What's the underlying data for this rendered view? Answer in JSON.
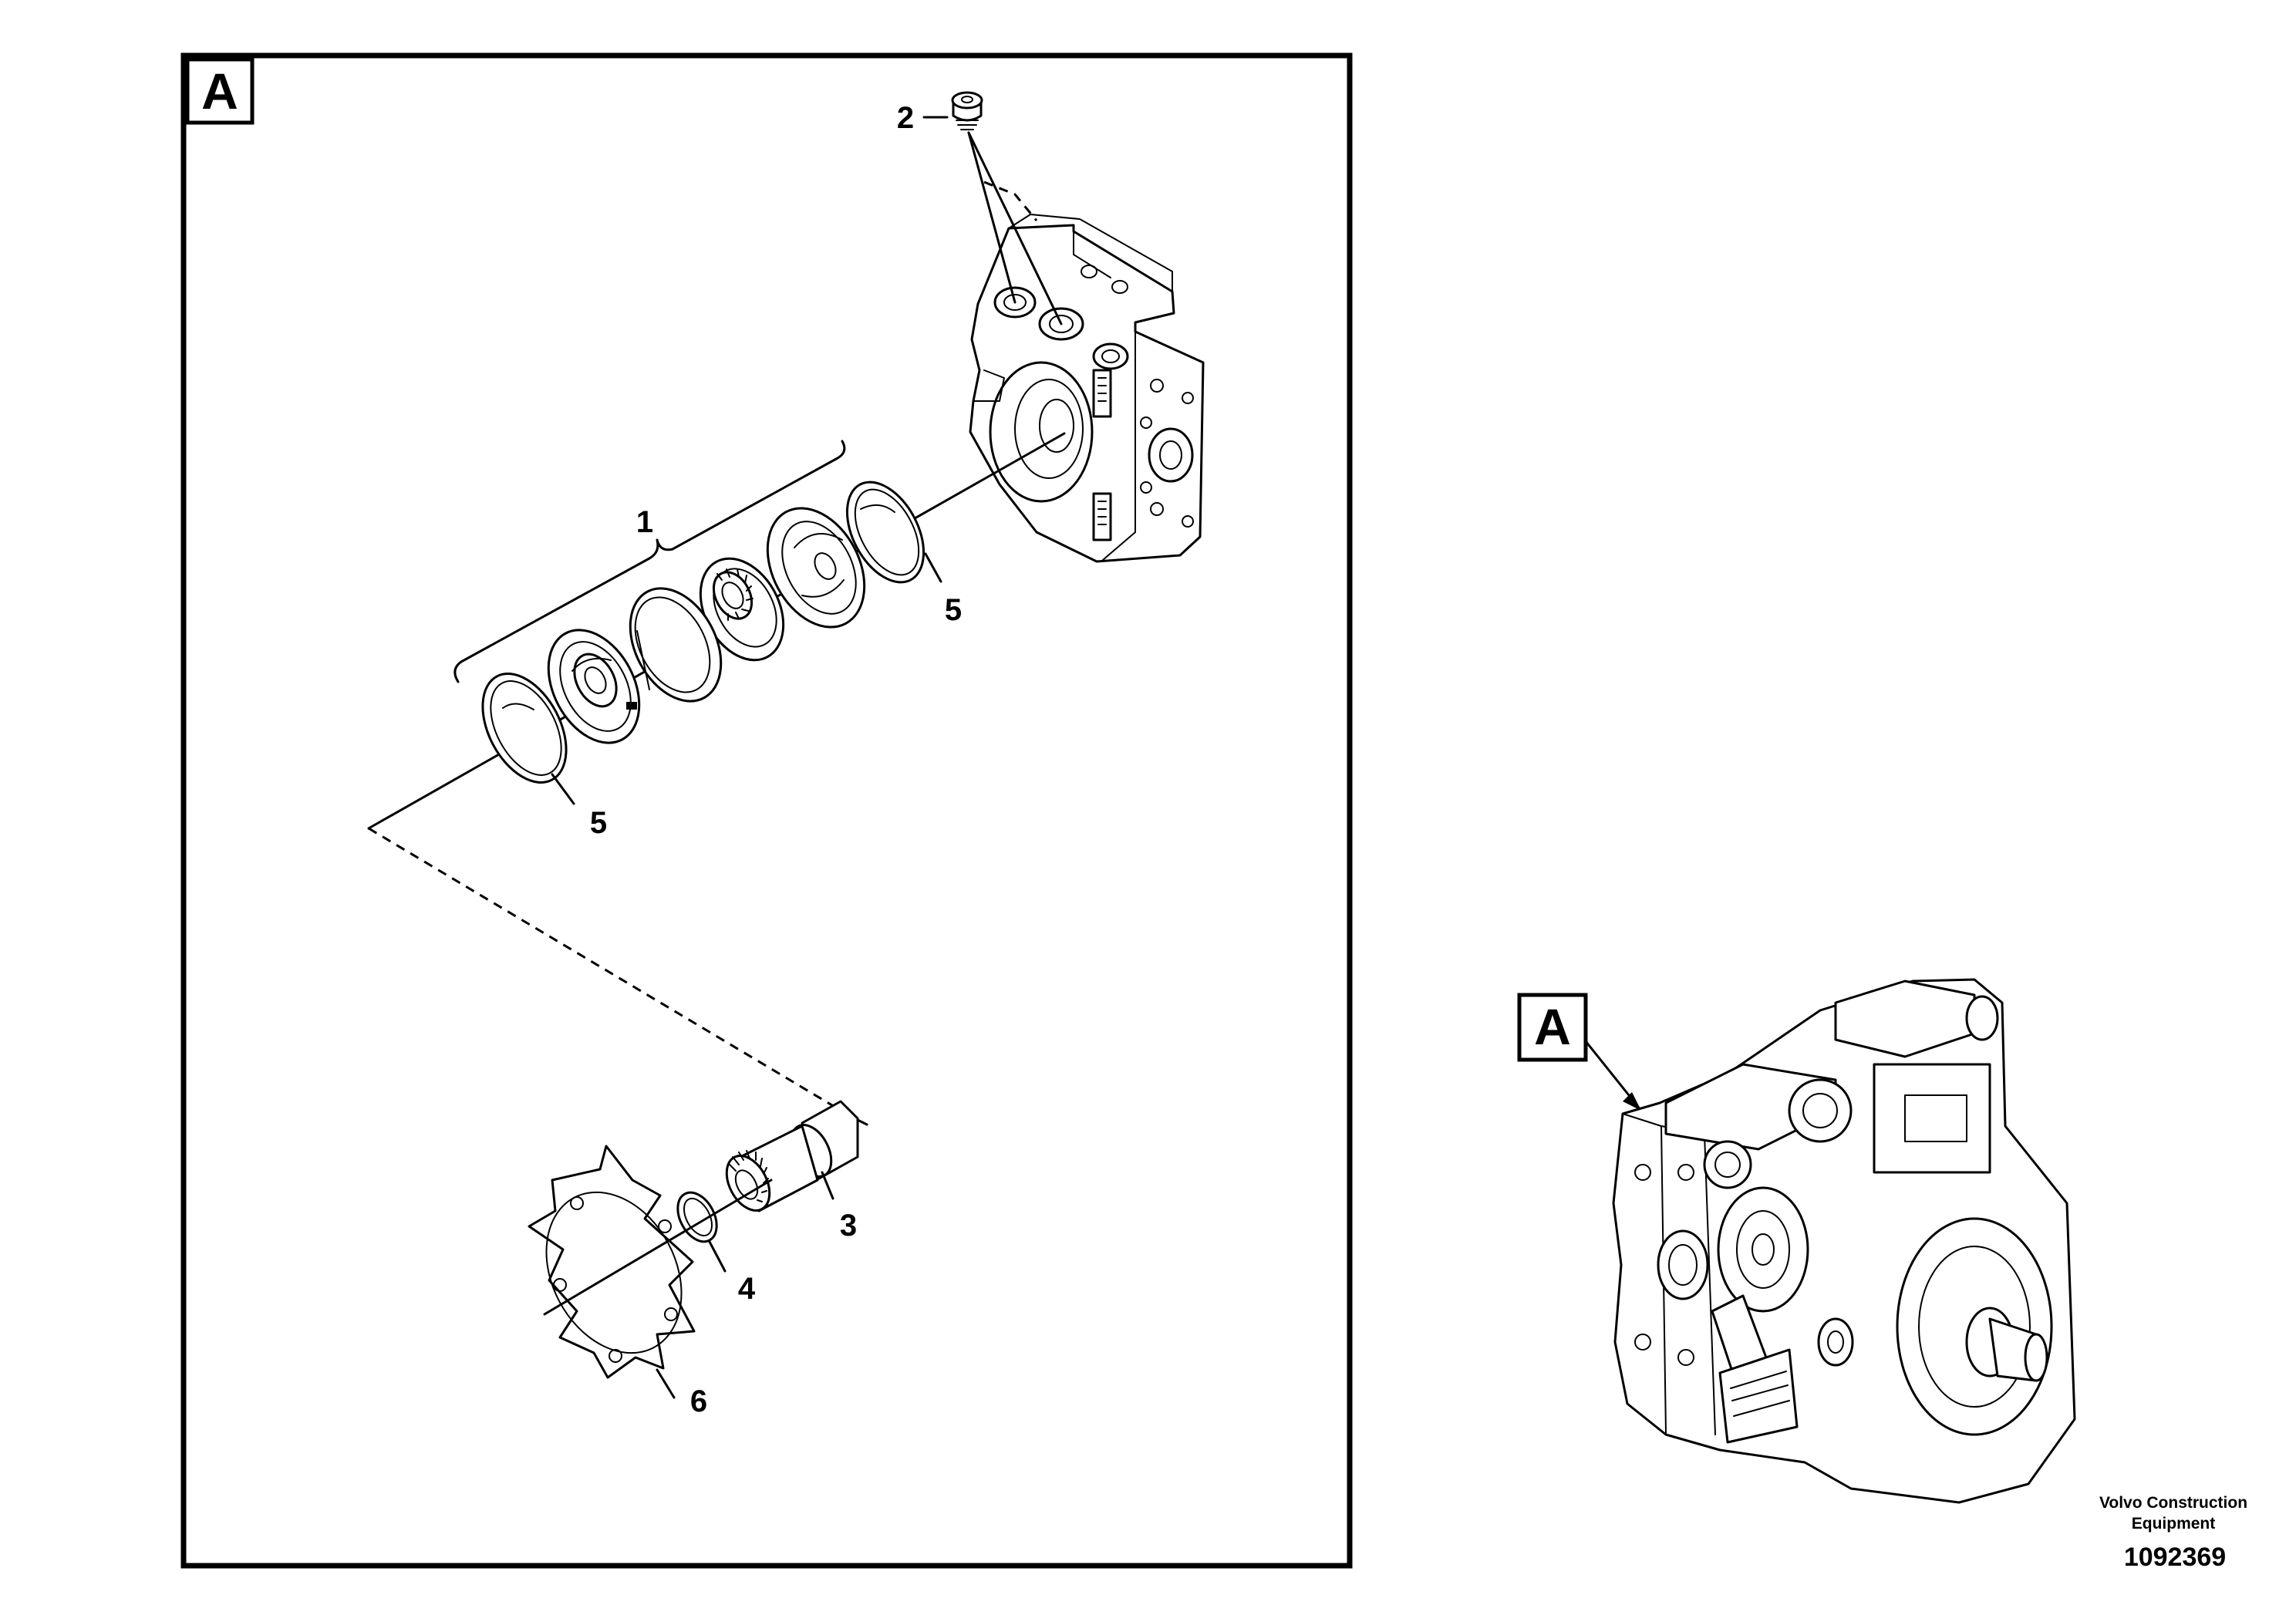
{
  "detail_label": "A",
  "reference_label": "A",
  "callouts": [
    {
      "id": "1",
      "label": "1"
    },
    {
      "id": "2",
      "label": "2"
    },
    {
      "id": "3",
      "label": "3"
    },
    {
      "id": "4",
      "label": "4"
    },
    {
      "id": "5a",
      "label": "5"
    },
    {
      "id": "5b",
      "label": "5"
    },
    {
      "id": "6",
      "label": "6"
    }
  ],
  "footer": {
    "company_line1": "Volvo Construction",
    "company_line2": "Equipment",
    "document_number": "1092369"
  }
}
